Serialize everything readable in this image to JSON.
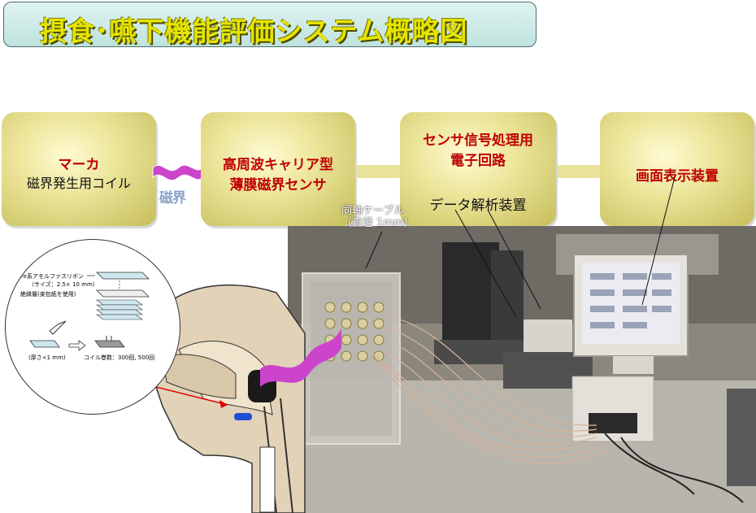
{
  "title": "摂食･嚥下機能評価システム概略図",
  "blocks": {
    "marker": {
      "line1": "マーカ",
      "line2": "磁界発生用コイル"
    },
    "sensor": {
      "line1": "高周波キャリア型",
      "line2": "薄膜磁界センサ"
    },
    "circuit": {
      "line1": "センサ信号処理用",
      "line2": "電子回路",
      "line3": "データ解析装置"
    },
    "display": {
      "line1": "画面表示装置"
    }
  },
  "magnetic_field_label": "磁界",
  "cable_label": {
    "line1": "同軸ケーブル",
    "line2": "（直径 1mm）"
  },
  "inset": {
    "material_label": "Fe系アモルファスリボン",
    "size_label": "（サイズ：2.5× 10 mm）",
    "insulation_label": "絶縁層(楽包紙を使用)",
    "thickness_label": "(厚さ<1 mm)",
    "coil_label": "コイル巻数：300回, 500回"
  },
  "colors": {
    "title_fill": "#e5e400",
    "accent_red": "#c00000",
    "wave": "#cc44cc",
    "block_fill": "#ece59a"
  }
}
